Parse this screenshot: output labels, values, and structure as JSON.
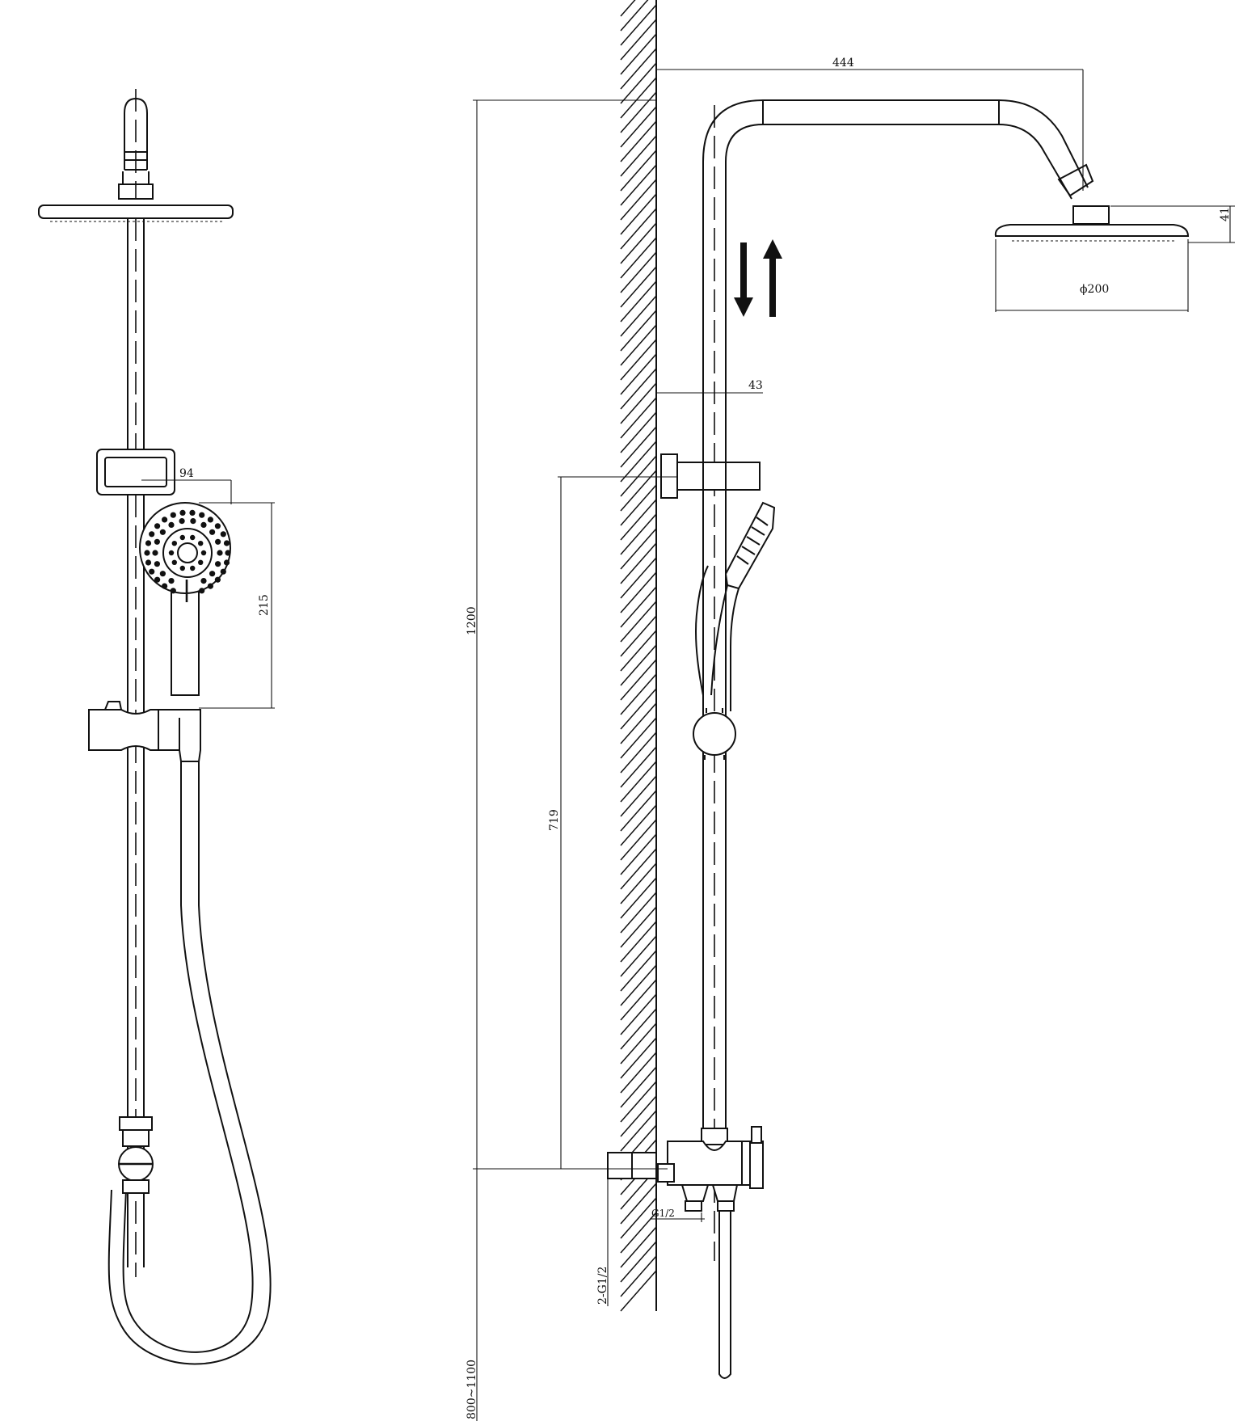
{
  "drawing": {
    "dimensions": {
      "arm_reach": "444",
      "overhead_height": "41",
      "head_diameter": "ϕ200",
      "rail_offset": "43",
      "handset_width": "94",
      "handset_length": "215",
      "total_height": "1200",
      "bracket_height": "719",
      "inlet_thread": "G1/2",
      "inlet_pair": "2-G1/2",
      "mounting_height": "800~1100"
    },
    "icons": {
      "adjust": "up-down-arrows-icon"
    },
    "colors": {
      "ink": "#111111",
      "paper": "#ffffff"
    }
  }
}
